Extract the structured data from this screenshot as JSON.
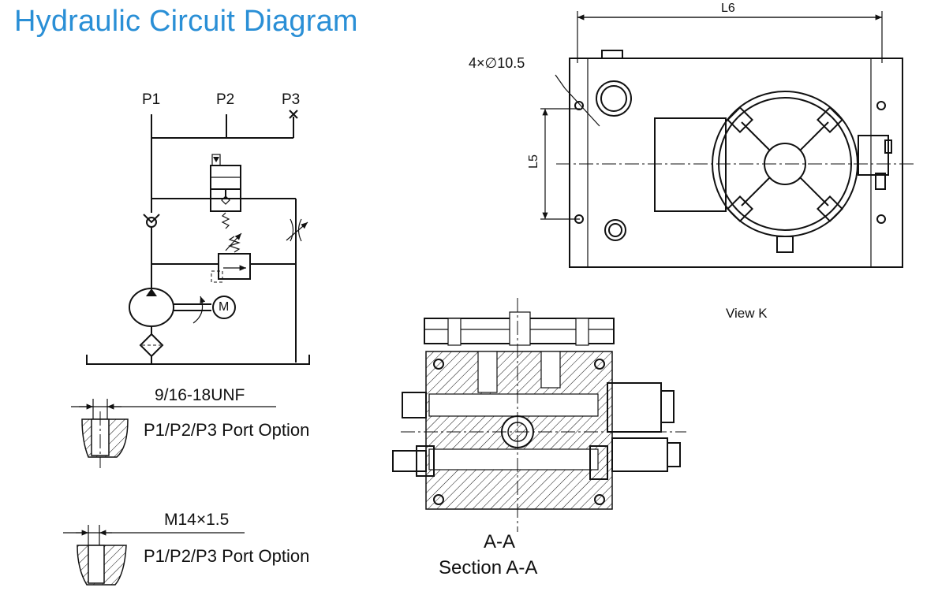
{
  "title": "Hydraulic Circuit Diagram",
  "ports": {
    "p1": "P1",
    "p2": "P2",
    "p3": "P3"
  },
  "motor_symbol": "M",
  "port_options": [
    {
      "thread": "9/16-18UNF",
      "label": "P1/P2/P3 Port Option"
    },
    {
      "thread": "M14×1.5",
      "label": "P1/P2/P3 Port Option"
    }
  ],
  "view_k": {
    "caption": "View K",
    "dim_l6": "L6",
    "dim_l5": "L5",
    "holes": "4×∅10.5"
  },
  "section": {
    "mark": "A-A",
    "caption": "Section A-A"
  }
}
